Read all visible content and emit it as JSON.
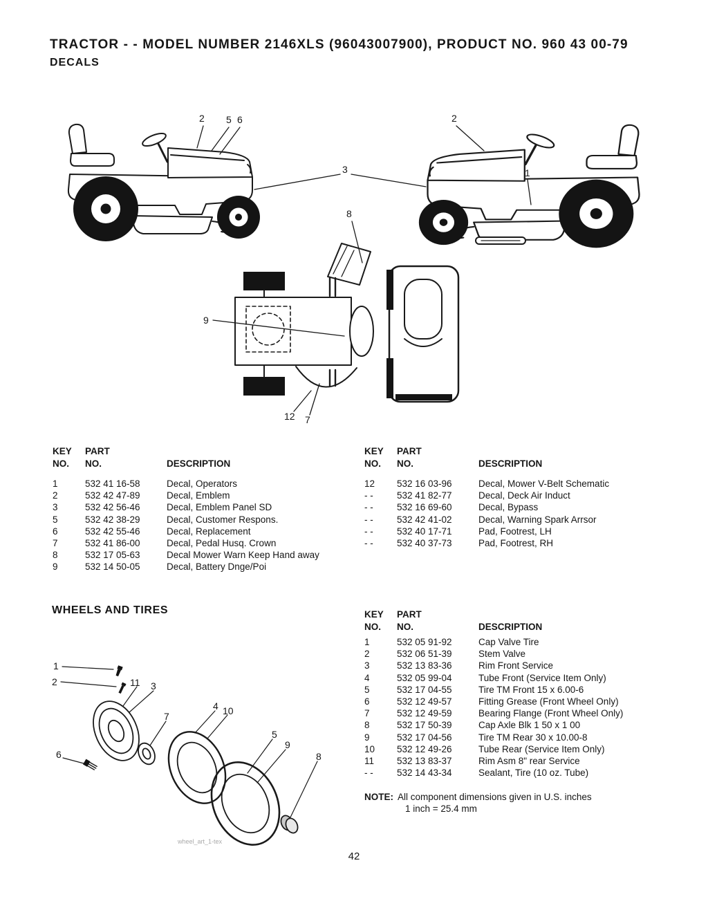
{
  "header": {
    "title": "TRACTOR - - MODEL NUMBER 2146XLS (96043007900), PRODUCT NO. 960 43 00-79",
    "section": "DECALS"
  },
  "table_headers": {
    "key1": "KEY",
    "key2": "NO.",
    "part1": "PART",
    "part2": "NO.",
    "desc": "DESCRIPTION"
  },
  "decals": {
    "left_rows": [
      {
        "key": "1",
        "part": "532 41 16-58",
        "desc": "Decal, Operators"
      },
      {
        "key": "2",
        "part": "532 42 47-89",
        "desc": "Decal, Emblem"
      },
      {
        "key": "3",
        "part": "532 42 56-46",
        "desc": "Decal, Emblem Panel SD"
      },
      {
        "key": "5",
        "part": "532 42 38-29",
        "desc": "Decal, Customer Respons."
      },
      {
        "key": "6",
        "part": "532 42 55-46",
        "desc": "Decal, Replacement"
      },
      {
        "key": "7",
        "part": "532 41 86-00",
        "desc": "Decal, Pedal Husq. Crown"
      },
      {
        "key": "8",
        "part": "532 17 05-63",
        "desc": "Decal Mower Warn Keep Hand away"
      },
      {
        "key": "9",
        "part": "532 14 50-05",
        "desc": "Decal, Battery Dnge/Poi"
      }
    ],
    "right_rows": [
      {
        "key": "12",
        "part": "532 16 03-96",
        "desc": "Decal, Mower V-Belt Schematic"
      },
      {
        "key": "- -",
        "part": "532 41 82-77",
        "desc": "Decal, Deck Air Induct"
      },
      {
        "key": "- -",
        "part": "532 16 69-60",
        "desc": "Decal, Bypass"
      },
      {
        "key": "- -",
        "part": "532 42 41-02",
        "desc": "Decal, Warning Spark Arrsor"
      },
      {
        "key": "- -",
        "part": "532 40 17-71",
        "desc": "Pad, Footrest, LH"
      },
      {
        "key": "- -",
        "part": "532 40 37-73",
        "desc": "Pad, Footrest, RH"
      }
    ]
  },
  "wheels": {
    "heading": "WHEELS AND TIRES",
    "rows": [
      {
        "key": "1",
        "part": "532 05 91-92",
        "desc": "Cap Valve Tire"
      },
      {
        "key": "2",
        "part": "532 06 51-39",
        "desc": "Stem Valve"
      },
      {
        "key": "3",
        "part": "532 13 83-36",
        "desc": "Rim Front Service"
      },
      {
        "key": "4",
        "part": "532 05 99-04",
        "desc": "Tube Front (Service Item Only)"
      },
      {
        "key": "5",
        "part": "532 17 04-55",
        "desc": "Tire TM Front 15 x 6.00-6"
      },
      {
        "key": "6",
        "part": "532 12 49-57",
        "desc": "Fitting Grease (Front Wheel Only)"
      },
      {
        "key": "7",
        "part": "532 12 49-59",
        "desc": "Bearing Flange (Front Wheel Only)"
      },
      {
        "key": "8",
        "part": "532 17 50-39",
        "desc": "Cap Axle Blk 1 50 x 1 00"
      },
      {
        "key": "9",
        "part": "532 17 04-56",
        "desc": "Tire TM Rear 30 x 10.00-8"
      },
      {
        "key": "10",
        "part": "532 12 49-26",
        "desc": "Tube Rear (Service Item Only)"
      },
      {
        "key": "11",
        "part": "532 13 83-37",
        "desc": "Rim Asm 8\" rear Service"
      },
      {
        "key": "- -",
        "part": "532 14 43-34",
        "desc": "Sealant, Tire (10 oz. Tube)"
      }
    ],
    "note_label": "NOTE:",
    "note_line1": "All component dimensions given in U.S. inches",
    "note_line2": "1 inch = 25.4 mm"
  },
  "diagram": {
    "tractor_callouts": {
      "c2_left": "2",
      "c5": "5",
      "c6": "6",
      "c3": "3",
      "c2_right": "2",
      "c1": "1",
      "c8": "8",
      "c9": "9",
      "c12": "12",
      "c7": "7"
    },
    "wheel_callouts": {
      "w1": "1",
      "w2": "2",
      "w11": "11",
      "w3": "3",
      "w7": "7",
      "w4": "4",
      "w10": "10",
      "w5": "5",
      "w9": "9",
      "w8": "8",
      "w6": "6"
    },
    "watermark": "wheel_art_1-tex"
  },
  "footer": {
    "page_number": "42"
  }
}
